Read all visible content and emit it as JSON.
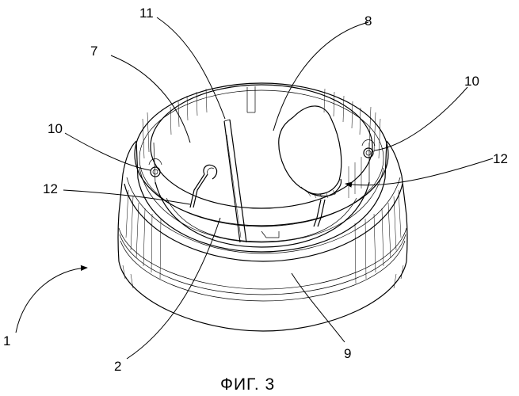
{
  "figure": {
    "caption": "ФИГ. 3",
    "labels": {
      "n1": "1",
      "n2": "2",
      "n7": "7",
      "n8": "8",
      "n9": "9",
      "n10_left": "10",
      "n10_right": "10",
      "n11": "11",
      "n12_left": "12",
      "n12_right": "12"
    }
  }
}
